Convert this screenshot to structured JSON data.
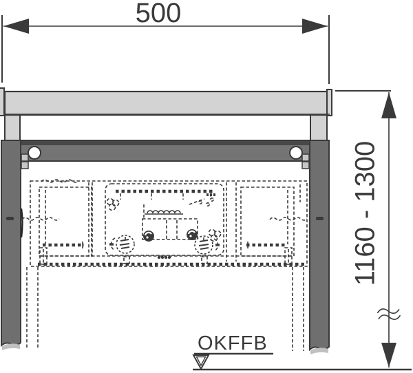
{
  "diagram": {
    "kind": "installation-dimension-drawing",
    "width_dimension": {
      "label": "500"
    },
    "height_dimension": {
      "label": "1160 - 1300"
    },
    "floor_reference": {
      "label": "OKFFB"
    }
  },
  "colors": {
    "line": "#3a3a3a",
    "frame_light": "#d3d3d3",
    "frame_mid": "#747474",
    "rail_top_strip": "#484848",
    "post_dark": "#6f6f6f",
    "clip_light": "#c6c6c6",
    "background": "#ffffff"
  }
}
